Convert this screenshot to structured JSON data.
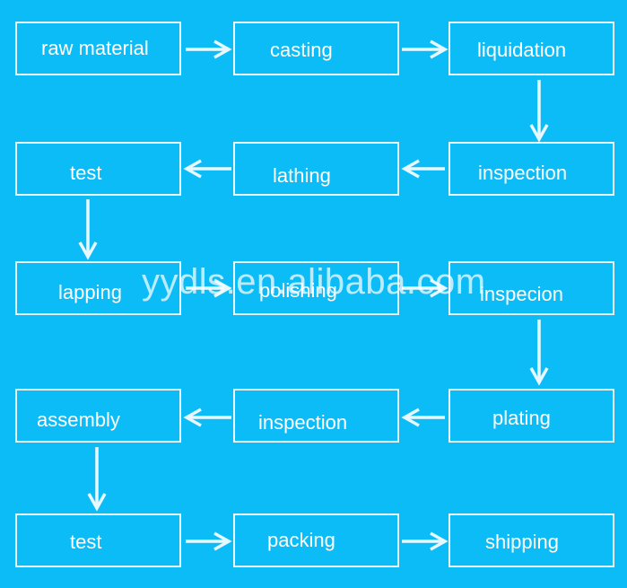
{
  "diagram": {
    "steps": [
      {
        "id": "raw-material",
        "label": "raw material"
      },
      {
        "id": "casting",
        "label": "casting"
      },
      {
        "id": "liquidation",
        "label": "liquidation"
      },
      {
        "id": "inspection-1",
        "label": "inspection"
      },
      {
        "id": "lathing",
        "label": "lathing"
      },
      {
        "id": "test-1",
        "label": "test"
      },
      {
        "id": "lapping",
        "label": "lapping"
      },
      {
        "id": "polishing",
        "label": "polishing"
      },
      {
        "id": "inspecion",
        "label": "inspecion"
      },
      {
        "id": "plating",
        "label": "plating"
      },
      {
        "id": "inspection-2",
        "label": "inspection"
      },
      {
        "id": "assembly",
        "label": "assembly"
      },
      {
        "id": "test-2",
        "label": "test"
      },
      {
        "id": "packing",
        "label": "packing"
      },
      {
        "id": "shipping",
        "label": "shipping"
      }
    ],
    "connections": [
      {
        "from": "raw-material",
        "to": "casting"
      },
      {
        "from": "casting",
        "to": "liquidation"
      },
      {
        "from": "liquidation",
        "to": "inspection-1"
      },
      {
        "from": "inspection-1",
        "to": "lathing"
      },
      {
        "from": "lathing",
        "to": "test-1"
      },
      {
        "from": "test-1",
        "to": "lapping"
      },
      {
        "from": "lapping",
        "to": "polishing"
      },
      {
        "from": "polishing",
        "to": "inspecion"
      },
      {
        "from": "inspecion",
        "to": "plating"
      },
      {
        "from": "plating",
        "to": "inspection-2"
      },
      {
        "from": "inspection-2",
        "to": "assembly"
      },
      {
        "from": "assembly",
        "to": "test-2"
      },
      {
        "from": "test-2",
        "to": "packing"
      },
      {
        "from": "packing",
        "to": "shipping"
      }
    ]
  },
  "watermark": "yydls.en.alibaba.com",
  "colors": {
    "background": "#0cbcf6",
    "stroke": "#e8f8ff",
    "text": "#ffffff"
  }
}
